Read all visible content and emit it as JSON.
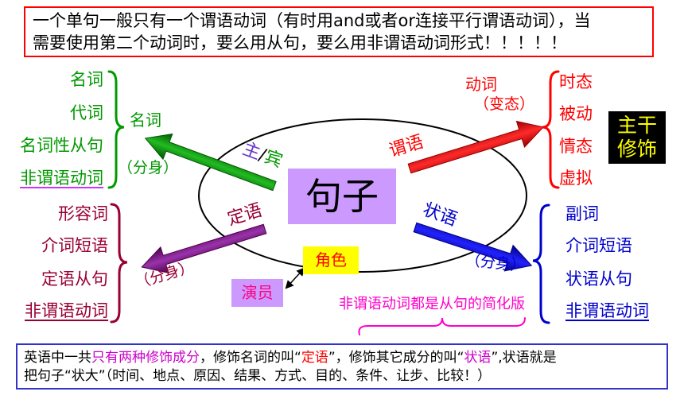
{
  "top_note": {
    "lines": [
      "一个单句一般只有一个谓语动词（有时用and或者or连接平行谓语动词），当",
      "需要使用第二个动词时，要么用从句，要么用非谓语动词形式！！！！！"
    ],
    "border_color": "#FF0000",
    "text_color": "#000000"
  },
  "sentence": {
    "label": "句子",
    "box_color": "#CC99FF"
  },
  "subject_object": {
    "label_subject": "主",
    "label_separator": "/",
    "label_object": "宾",
    "subject_color": "#6633CC",
    "target": "名词",
    "note": "（分身）",
    "items": [
      "名词",
      "代词",
      "名词性从句",
      "非谓语动词"
    ],
    "color": "#009900",
    "underline_color": "#CC33FF",
    "arrow_color": "#22BB22",
    "arrow_shade": "#005500"
  },
  "predicate": {
    "label": "谓语",
    "target": "动词",
    "note": "（变态）",
    "items": [
      "时态",
      "被动",
      "情态",
      "虚拟"
    ],
    "color": "#FF0000",
    "arrow_color": "#FF2A2A",
    "arrow_shade": "#990000"
  },
  "attributive": {
    "label": "定语",
    "note": "（分身）",
    "items": [
      "形容词",
      "介词短语",
      "定语从句",
      "非谓语动词"
    ],
    "color": "#990033",
    "arrow_color": "#9933AA",
    "arrow_shade": "#4D004D"
  },
  "adverbial": {
    "label": "状语",
    "note": "（分身）",
    "items": [
      "副词",
      "介词短语",
      "状语从句",
      "非谓语动词"
    ],
    "color": "#0000CC",
    "arrow_color": "#2222FF",
    "arrow_shade": "#000080"
  },
  "trunk_modifier_box": {
    "lines": [
      "主干",
      "修饰"
    ],
    "bg_color": "#000000",
    "text_color": "#FFFF00"
  },
  "role": {
    "label": "角色",
    "bg_color": "#FFFF00",
    "text_color": "#FF0000"
  },
  "actor": {
    "label": "演员",
    "bg_color": "#CC99FF",
    "text_color": "#FF0080"
  },
  "simplified_note": {
    "text": "非谓语动词都是从句的简化版",
    "color": "#FF00CC"
  },
  "bottom_note": {
    "border_color": "#3333CC",
    "line1": [
      {
        "text": "英语中一共",
        "color": "#000000"
      },
      {
        "text": "只有两种修饰成分",
        "color": "#CC00CC"
      },
      {
        "text": "，修饰名词的叫“",
        "color": "#000000"
      },
      {
        "text": "定语",
        "color": "#FF0000"
      },
      {
        "text": "”，修饰其它成分的叫“",
        "color": "#000000"
      },
      {
        "text": "状语",
        "color": "#CC00CC"
      },
      {
        "text": "”,状语就是",
        "color": "#000000"
      }
    ],
    "line2": [
      {
        "text": "把句子“状大”（时间、地点、原因、结果、方式、目的、条件、让步、比较！）",
        "color": "#000000"
      }
    ]
  }
}
